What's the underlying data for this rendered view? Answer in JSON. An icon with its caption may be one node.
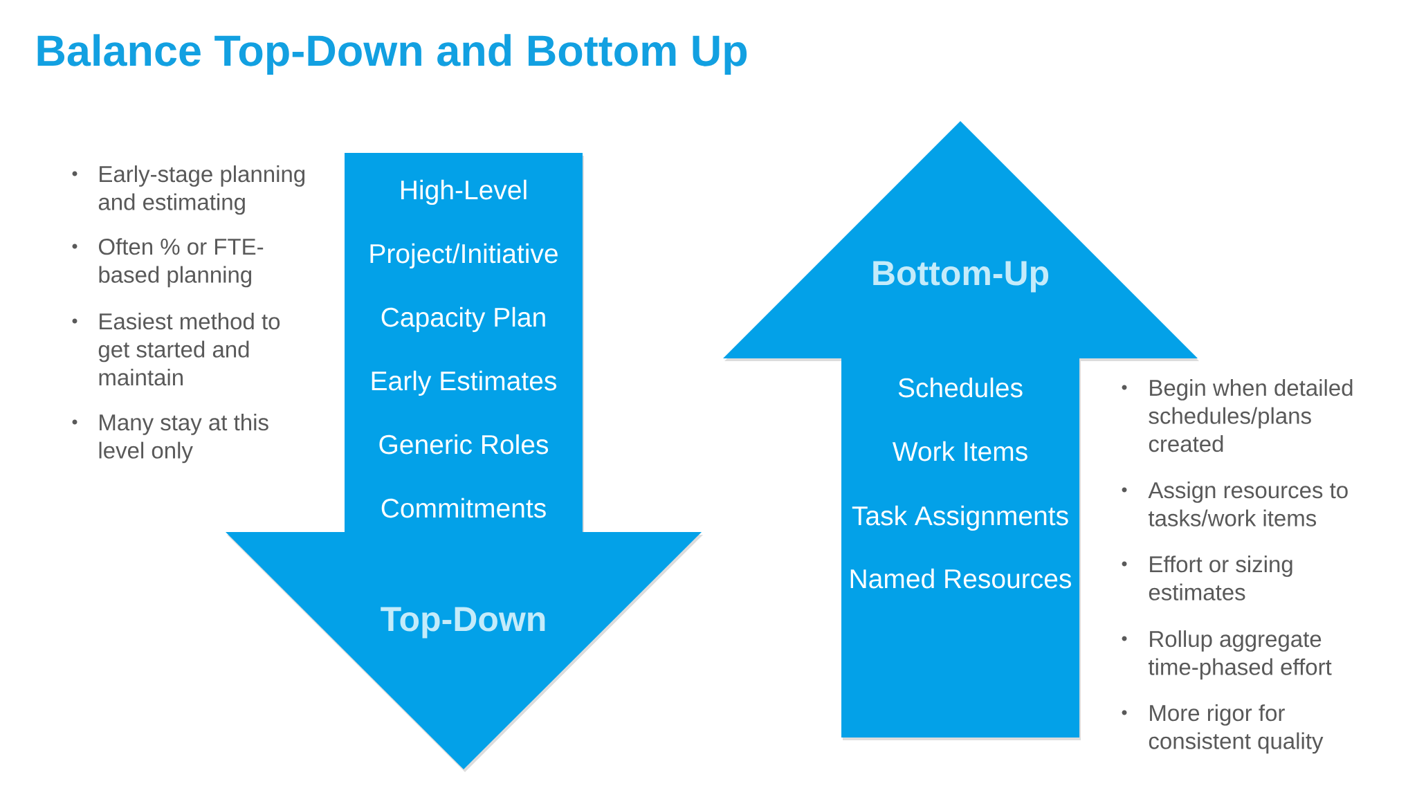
{
  "diagram": {
    "title": "Balance Top-Down and Bottom Up",
    "nodes": [
      {
        "text": [
          "High-Level",
          "Project/Initiative",
          "Capacity Plan",
          "Early Estimates",
          "Generic Roles",
          "Commitments",
          "Top-Down"
        ]
      },
      {
        "text": [
          "Bottom-Up",
          "Schedules",
          "Work Items",
          "Task Assignments",
          "Named Resources"
        ]
      }
    ],
    "labels": [
      "Early-stage planning and estimating",
      "Often % or FTE-based planning",
      "Easiest method to get started and maintain",
      "Many stay at this level only",
      "Begin when detailed schedules/plans created",
      "Assign resources to tasks/work items",
      "Effort or sizing estimates",
      "Rollup aggregate time-phased effort",
      "More rigor for consistent quality"
    ]
  }
}
